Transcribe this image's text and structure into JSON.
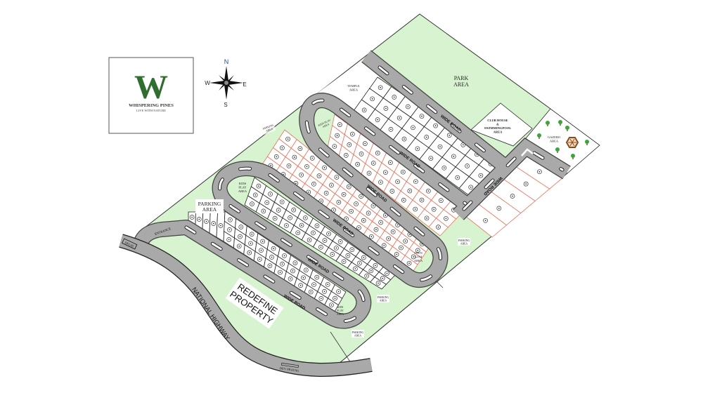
{
  "logo": {
    "letter": "W",
    "name": "WHISPERING PINES",
    "tagline": "LIVE WITH NATURE"
  },
  "compass": {
    "n": "N",
    "e": "E",
    "s": "S",
    "w": "W"
  },
  "areas": {
    "park": [
      "PARK",
      "AREA"
    ],
    "temple": [
      "TEMPLE",
      "AREA"
    ],
    "club_house": [
      "CLUB HOUSE",
      "&",
      "SWIMMINGPOOL",
      "AREA"
    ],
    "gazebo": [
      "GAZEBO",
      "AREA"
    ],
    "open_gym": [
      "OPEN",
      "GYM",
      "AREA"
    ],
    "kids_play": [
      [
        "KIDS",
        "PLAY",
        "AREA"
      ],
      [
        "KIDS PLAY",
        "AREA"
      ],
      [
        "KIDS",
        "PLAY",
        "AREA"
      ]
    ],
    "parking_main": [
      "PARKING",
      "AREA"
    ],
    "parking_small": [
      [
        "PARKING",
        "AREA"
      ],
      [
        "PARKING",
        "AREA"
      ],
      [
        "PARKING",
        "AREA"
      ],
      [
        "PARKING",
        "AREA"
      ]
    ]
  },
  "roads": {
    "wide_road_labels": [
      "WIDE ROAD",
      "WIDE ROAD",
      "WIDE ROAD",
      "WIDE ROAD",
      "WIDE ROAD",
      "WIDE ROAD",
      "WIDE ROAD"
    ],
    "entrance": "ENTRANCE",
    "highway": "NATIONAL HIGHWAY",
    "highway_west_end": "DELHI",
    "highway_east_end": "DEV PRAYAG"
  },
  "watermark": [
    "REDEFINE",
    "PROPERTY"
  ],
  "colors": {
    "green_area": "#d8f3cf",
    "road": "#a9a9a9",
    "red_plot_line": "#e8735c",
    "logo_green": "#2f6e2f",
    "north": "#2b3f9c"
  }
}
